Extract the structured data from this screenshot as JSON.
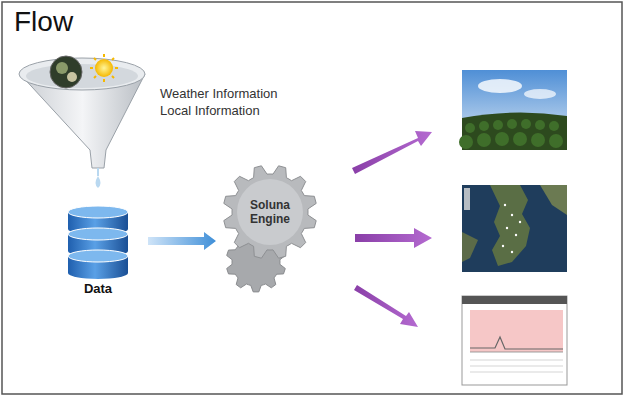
{
  "diagram": {
    "title": "Flow",
    "nodes": [
      {
        "text": [
          "Data"
        ]
      },
      {
        "text": [
          "Soluna Engine"
        ]
      }
    ],
    "edges": [
      {
        "from": 0,
        "to": 1,
        "arrow": "to"
      }
    ],
    "labels": [
      "Weather Information",
      "Local Information"
    ]
  }
}
